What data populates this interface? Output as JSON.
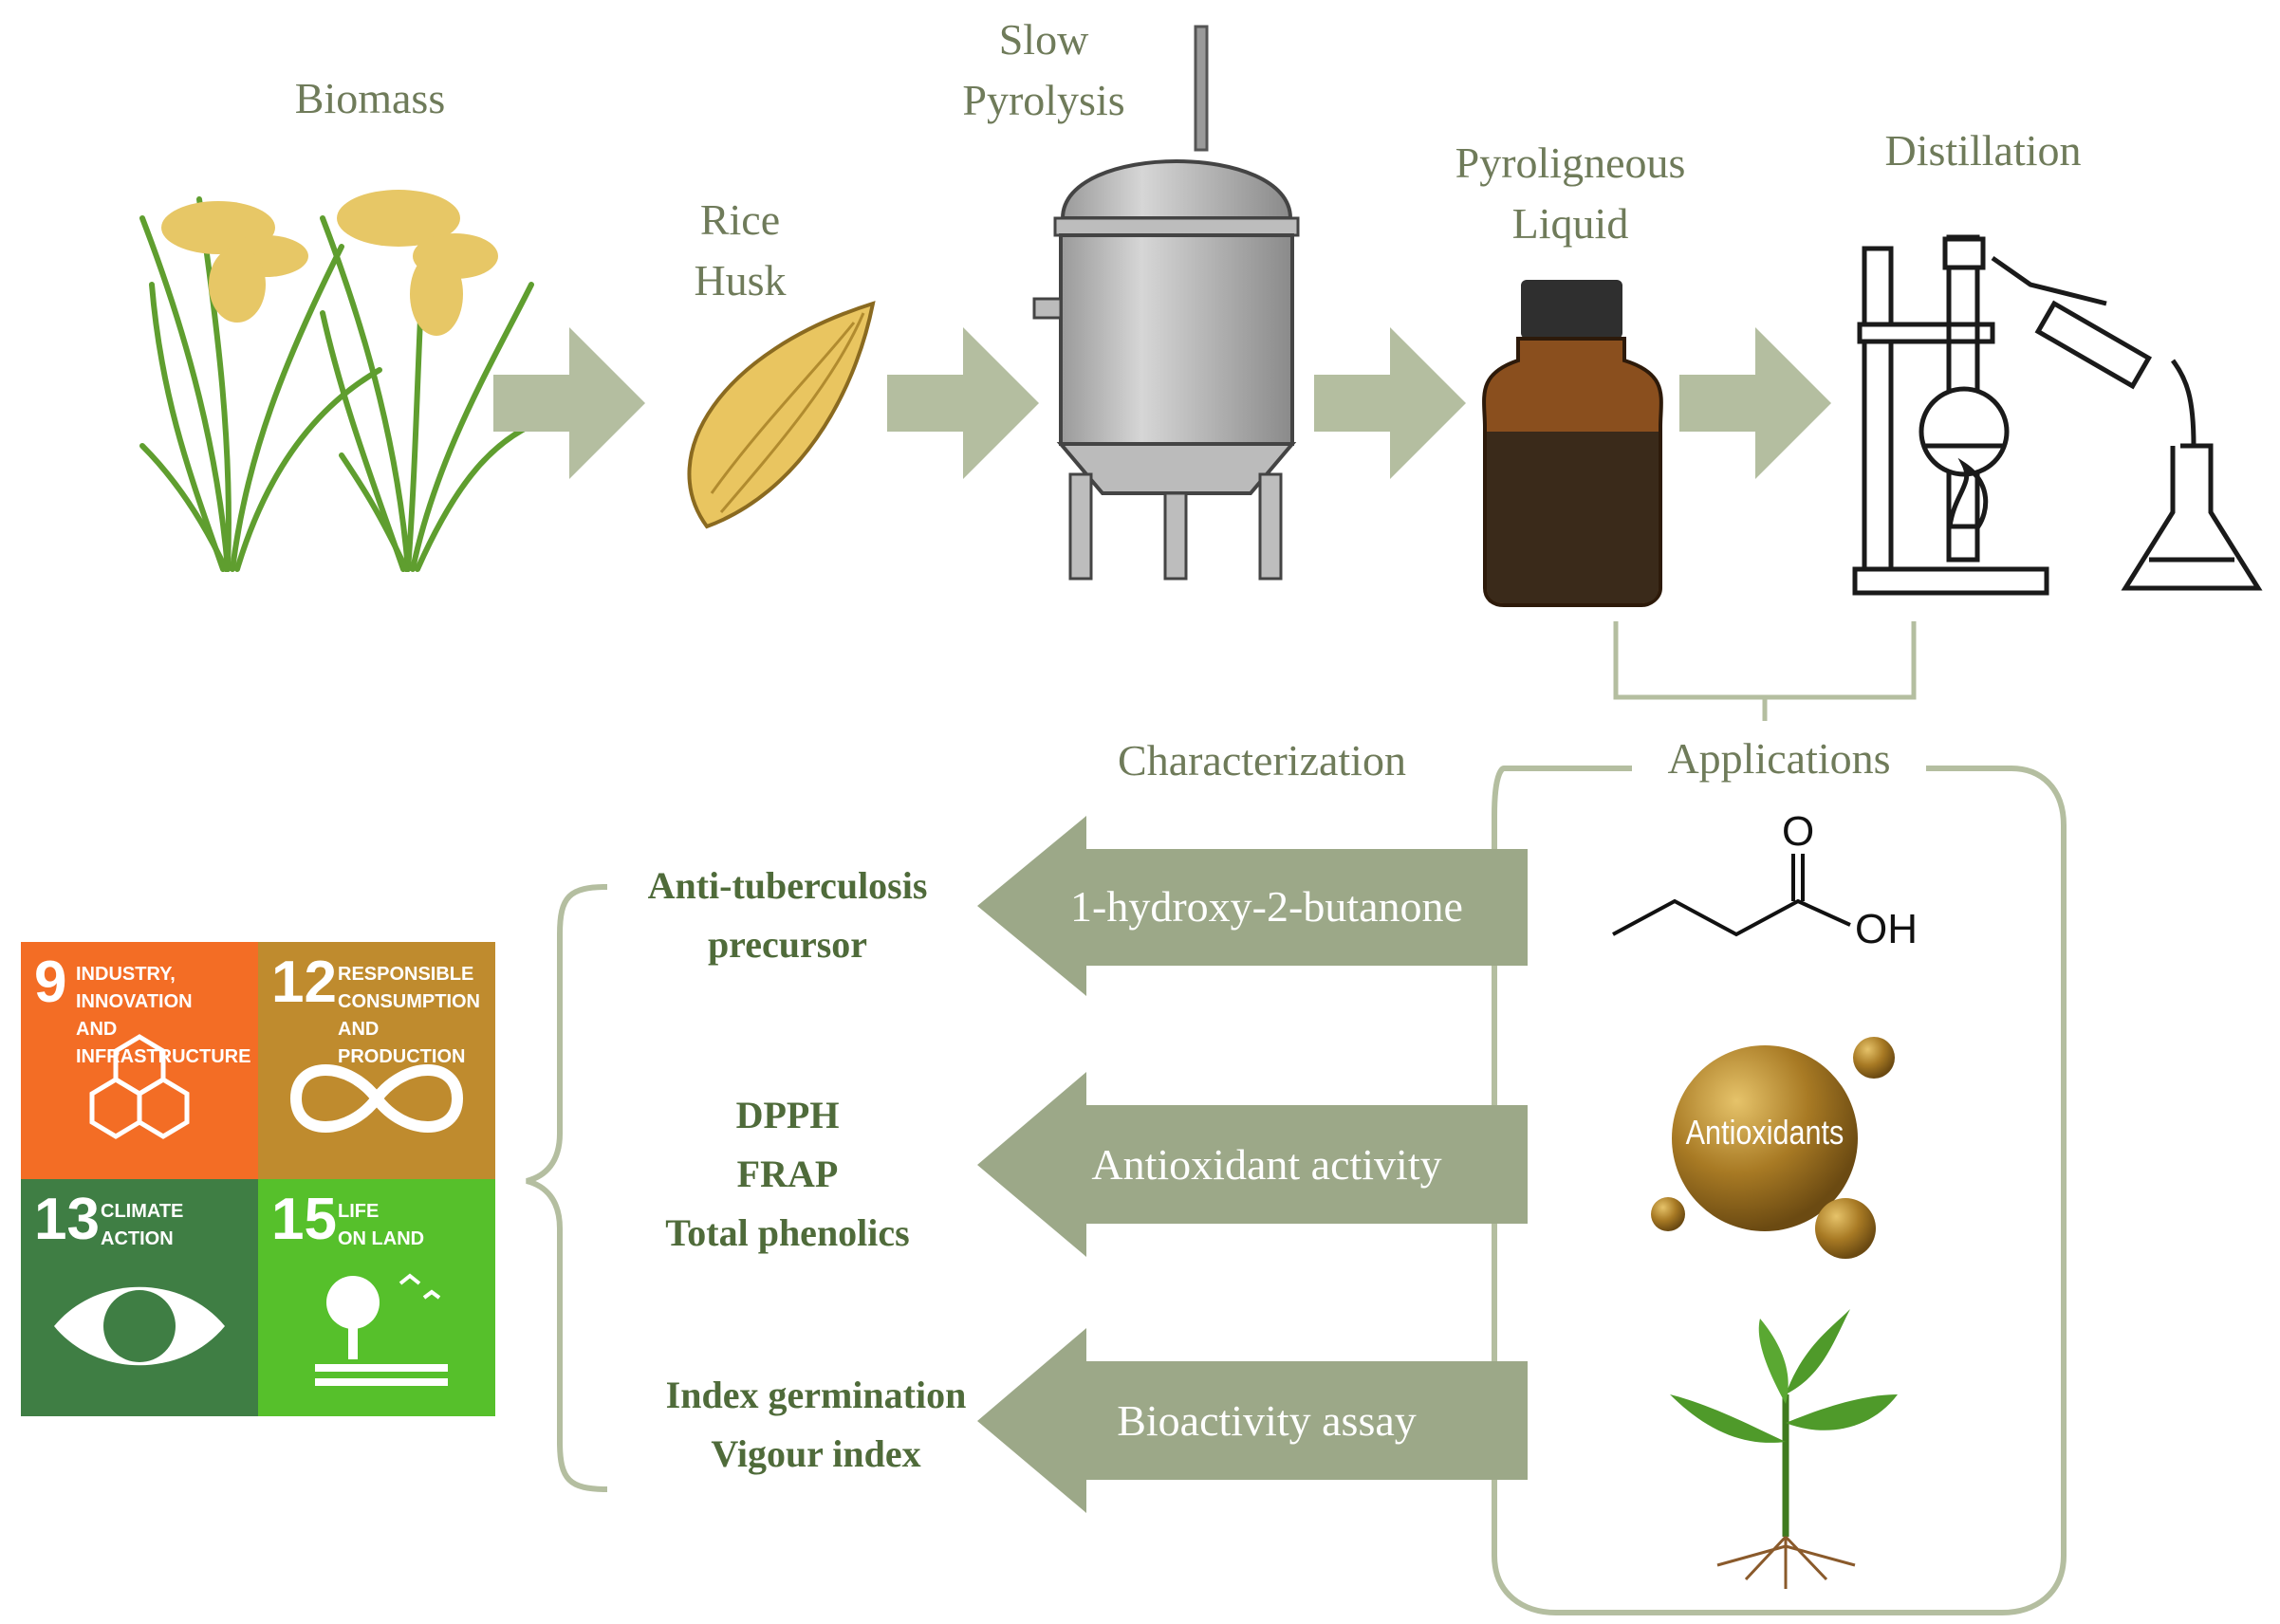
{
  "process": {
    "biomass": "Biomass",
    "rice_husk": [
      "Rice",
      "Husk"
    ],
    "slow_pyrolysis": [
      "Slow",
      "Pyrolysis"
    ],
    "pyroligneous": [
      "Pyroligneous",
      "Liquid"
    ],
    "distillation": "Distillation"
  },
  "headings": {
    "characterization": "Characterization",
    "applications": "Applications"
  },
  "arrows": [
    "1-hydroxy-2-butanone",
    "Antioxidant activity",
    "Bioactivity assay"
  ],
  "outcomes": {
    "antitb": [
      "Anti-tuberculosis",
      "precursor"
    ],
    "antioxidant": [
      "DPPH",
      "FRAP",
      "Total phenolics"
    ],
    "bioactivity": [
      "Index germination",
      "Vigour index"
    ]
  },
  "chem": {
    "oxygen": "O",
    "hydroxyl": "OH"
  },
  "antioxidant_badge": "Antioxidants",
  "sdgs": [
    {
      "number": "9",
      "title": "INDUSTRY, INNOVATION\nAND INFRASTRUCTURE",
      "color": "#f36d25"
    },
    {
      "number": "12",
      "title": "RESPONSIBLE\nCONSUMPTION\nAND PRODUCTION",
      "color": "#bf8b2e"
    },
    {
      "number": "13",
      "title": "CLIMATE\nACTION",
      "color": "#3f7e44"
    },
    {
      "number": "15",
      "title": "LIFE\nON LAND",
      "color": "#56c02b"
    }
  ],
  "colors": {
    "arrow_light": "#b4bea0",
    "arrow_dark": "#9ca888",
    "text_olive": "#6f7b5a",
    "text_green": "#4f6b3a"
  }
}
